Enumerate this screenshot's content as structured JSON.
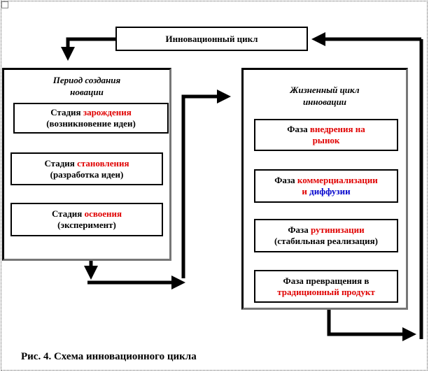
{
  "top_box": {
    "label": "Инновационный цикл"
  },
  "left_block": {
    "title_line1": "Период создания",
    "title_line2": "новации",
    "stages": [
      {
        "prefix": "Стадия ",
        "accent": "зарождения",
        "line2": "(возникновение идеи)"
      },
      {
        "prefix": "Стадия ",
        "accent": "становления",
        "line2": "(разработка  идеи)"
      },
      {
        "prefix": "Стадия ",
        "accent": "освоения",
        "line2": "(эксперимент)"
      }
    ]
  },
  "right_block": {
    "title_line1": "Жизненный цикл",
    "title_line2": "инновации",
    "phases": [
      {
        "prefix": "Фаза ",
        "accent": "внедрения на",
        "line2_red": "рынок"
      },
      {
        "prefix": "Фаза ",
        "accent": "коммерциализации",
        "line2_red": "и ",
        "line2_blue": "диффузии"
      },
      {
        "prefix": "Фаза ",
        "accent": "рутинизации",
        "line2": "(стабильная реализация)"
      },
      {
        "prefix": "Фаза превращения  в",
        "line2_red": "традиционный  продукт"
      }
    ]
  },
  "caption": "Рис. 4. Схема инновационного цикла",
  "colors": {
    "accent_red": "#e00000",
    "accent_blue": "#0000cc"
  }
}
